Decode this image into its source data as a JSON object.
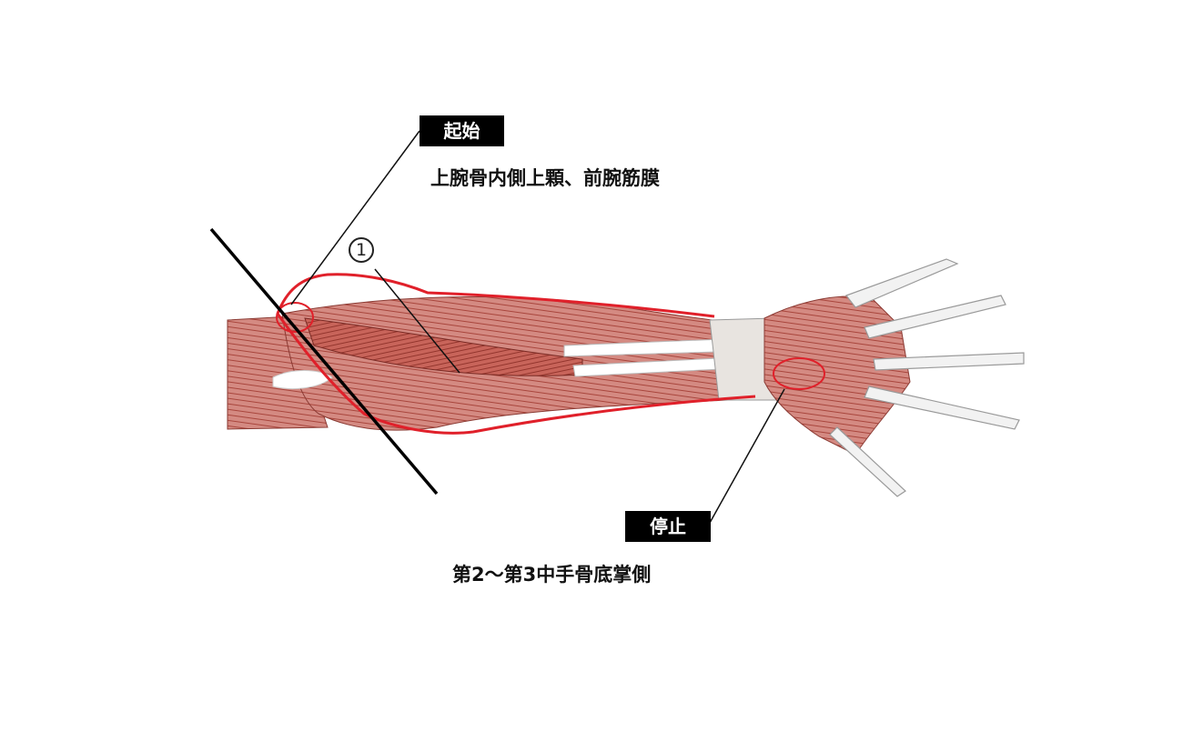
{
  "labels": {
    "origin": {
      "tag": "起始",
      "description": "上腕骨内側上顆、前腕筋膜"
    },
    "insertion": {
      "tag": "停止",
      "description": "第2～第3中手骨底掌側"
    },
    "marker": "1"
  },
  "colors": {
    "muscle": "#c8746c",
    "muscle_dark": "#a8453c",
    "tendon": "#ffffff",
    "outline": "#e0202a",
    "leader": "#111111"
  }
}
